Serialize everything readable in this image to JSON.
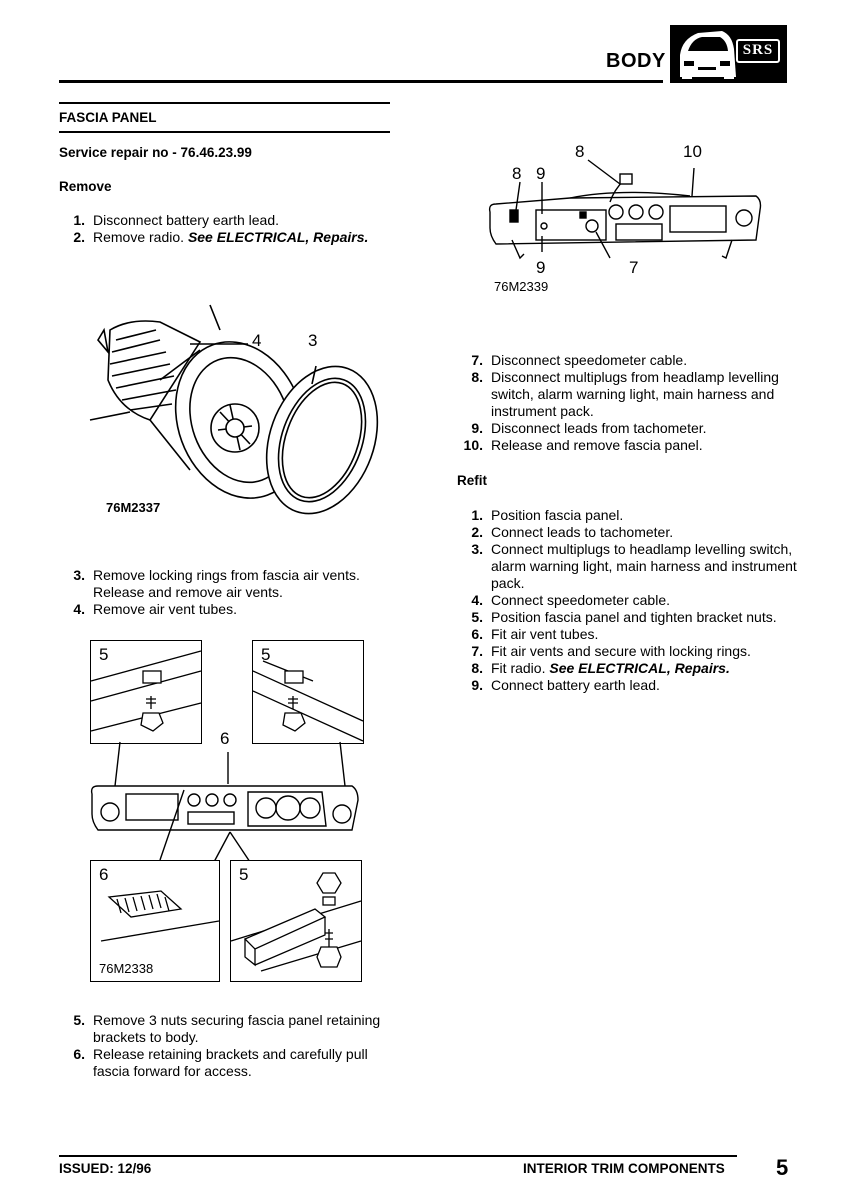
{
  "header": {
    "section": "BODY",
    "badge_label": "SRS"
  },
  "title": "FASCIA PANEL",
  "service_repair": "Service repair no - 76.46.23.99",
  "remove_heading": "Remove",
  "remove_steps_a": [
    {
      "num": "1.",
      "text": "Disconnect battery earth lead."
    },
    {
      "num": "2.",
      "text": "Remove radio. ",
      "ref": "See  ELECTRICAL, Repairs."
    }
  ],
  "figure_1": {
    "id": "76M2337",
    "callouts": [
      "4",
      "3"
    ]
  },
  "remove_steps_b": [
    {
      "num": "3.",
      "text": "Remove locking rings from fascia air vents. Release and remove air vents."
    },
    {
      "num": "4.",
      "text": "Remove air vent tubes."
    }
  ],
  "figure_2": {
    "id": "76M2338",
    "callouts": [
      "5",
      "5",
      "6",
      "6",
      "5"
    ]
  },
  "remove_steps_c": [
    {
      "num": "5.",
      "text": "Remove 3 nuts securing fascia panel retaining brackets to body."
    },
    {
      "num": "6.",
      "text": "Release retaining brackets and carefully pull fascia forward for access."
    }
  ],
  "figure_3": {
    "id": "76M2339",
    "callouts": [
      "8",
      "10",
      "8",
      "9",
      "9",
      "7"
    ]
  },
  "remove_steps_d": [
    {
      "num": "7.",
      "text": "Disconnect speedometer cable."
    },
    {
      "num": "8.",
      "text": "Disconnect multiplugs from headlamp levelling switch, alarm warning light, main harness and instrument pack."
    },
    {
      "num": "9.",
      "text": "Disconnect leads from tachometer."
    },
    {
      "num": "10.",
      "text": "Release and remove fascia panel."
    }
  ],
  "refit_heading": "Refit",
  "refit_steps": [
    {
      "num": "1.",
      "text": "Position fascia panel."
    },
    {
      "num": "2.",
      "text": "Connect leads to tachometer."
    },
    {
      "num": "3.",
      "text": "Connect multiplugs to headlamp levelling switch, alarm warning light, main harness and instrument pack."
    },
    {
      "num": "4.",
      "text": "Connect speedometer cable."
    },
    {
      "num": "5.",
      "text": "Position fascia panel and tighten bracket nuts."
    },
    {
      "num": "6.",
      "text": "Fit air vent tubes."
    },
    {
      "num": "7.",
      "text": "Fit air vents and secure with locking rings."
    },
    {
      "num": "8.",
      "text": "Fit radio. ",
      "ref": "See  ELECTRICAL, Repairs."
    },
    {
      "num": "9.",
      "text": "Connect battery earth lead."
    }
  ],
  "footer": {
    "issued": "ISSUED: 12/96",
    "chapter": "INTERIOR TRIM COMPONENTS",
    "page": "5"
  }
}
